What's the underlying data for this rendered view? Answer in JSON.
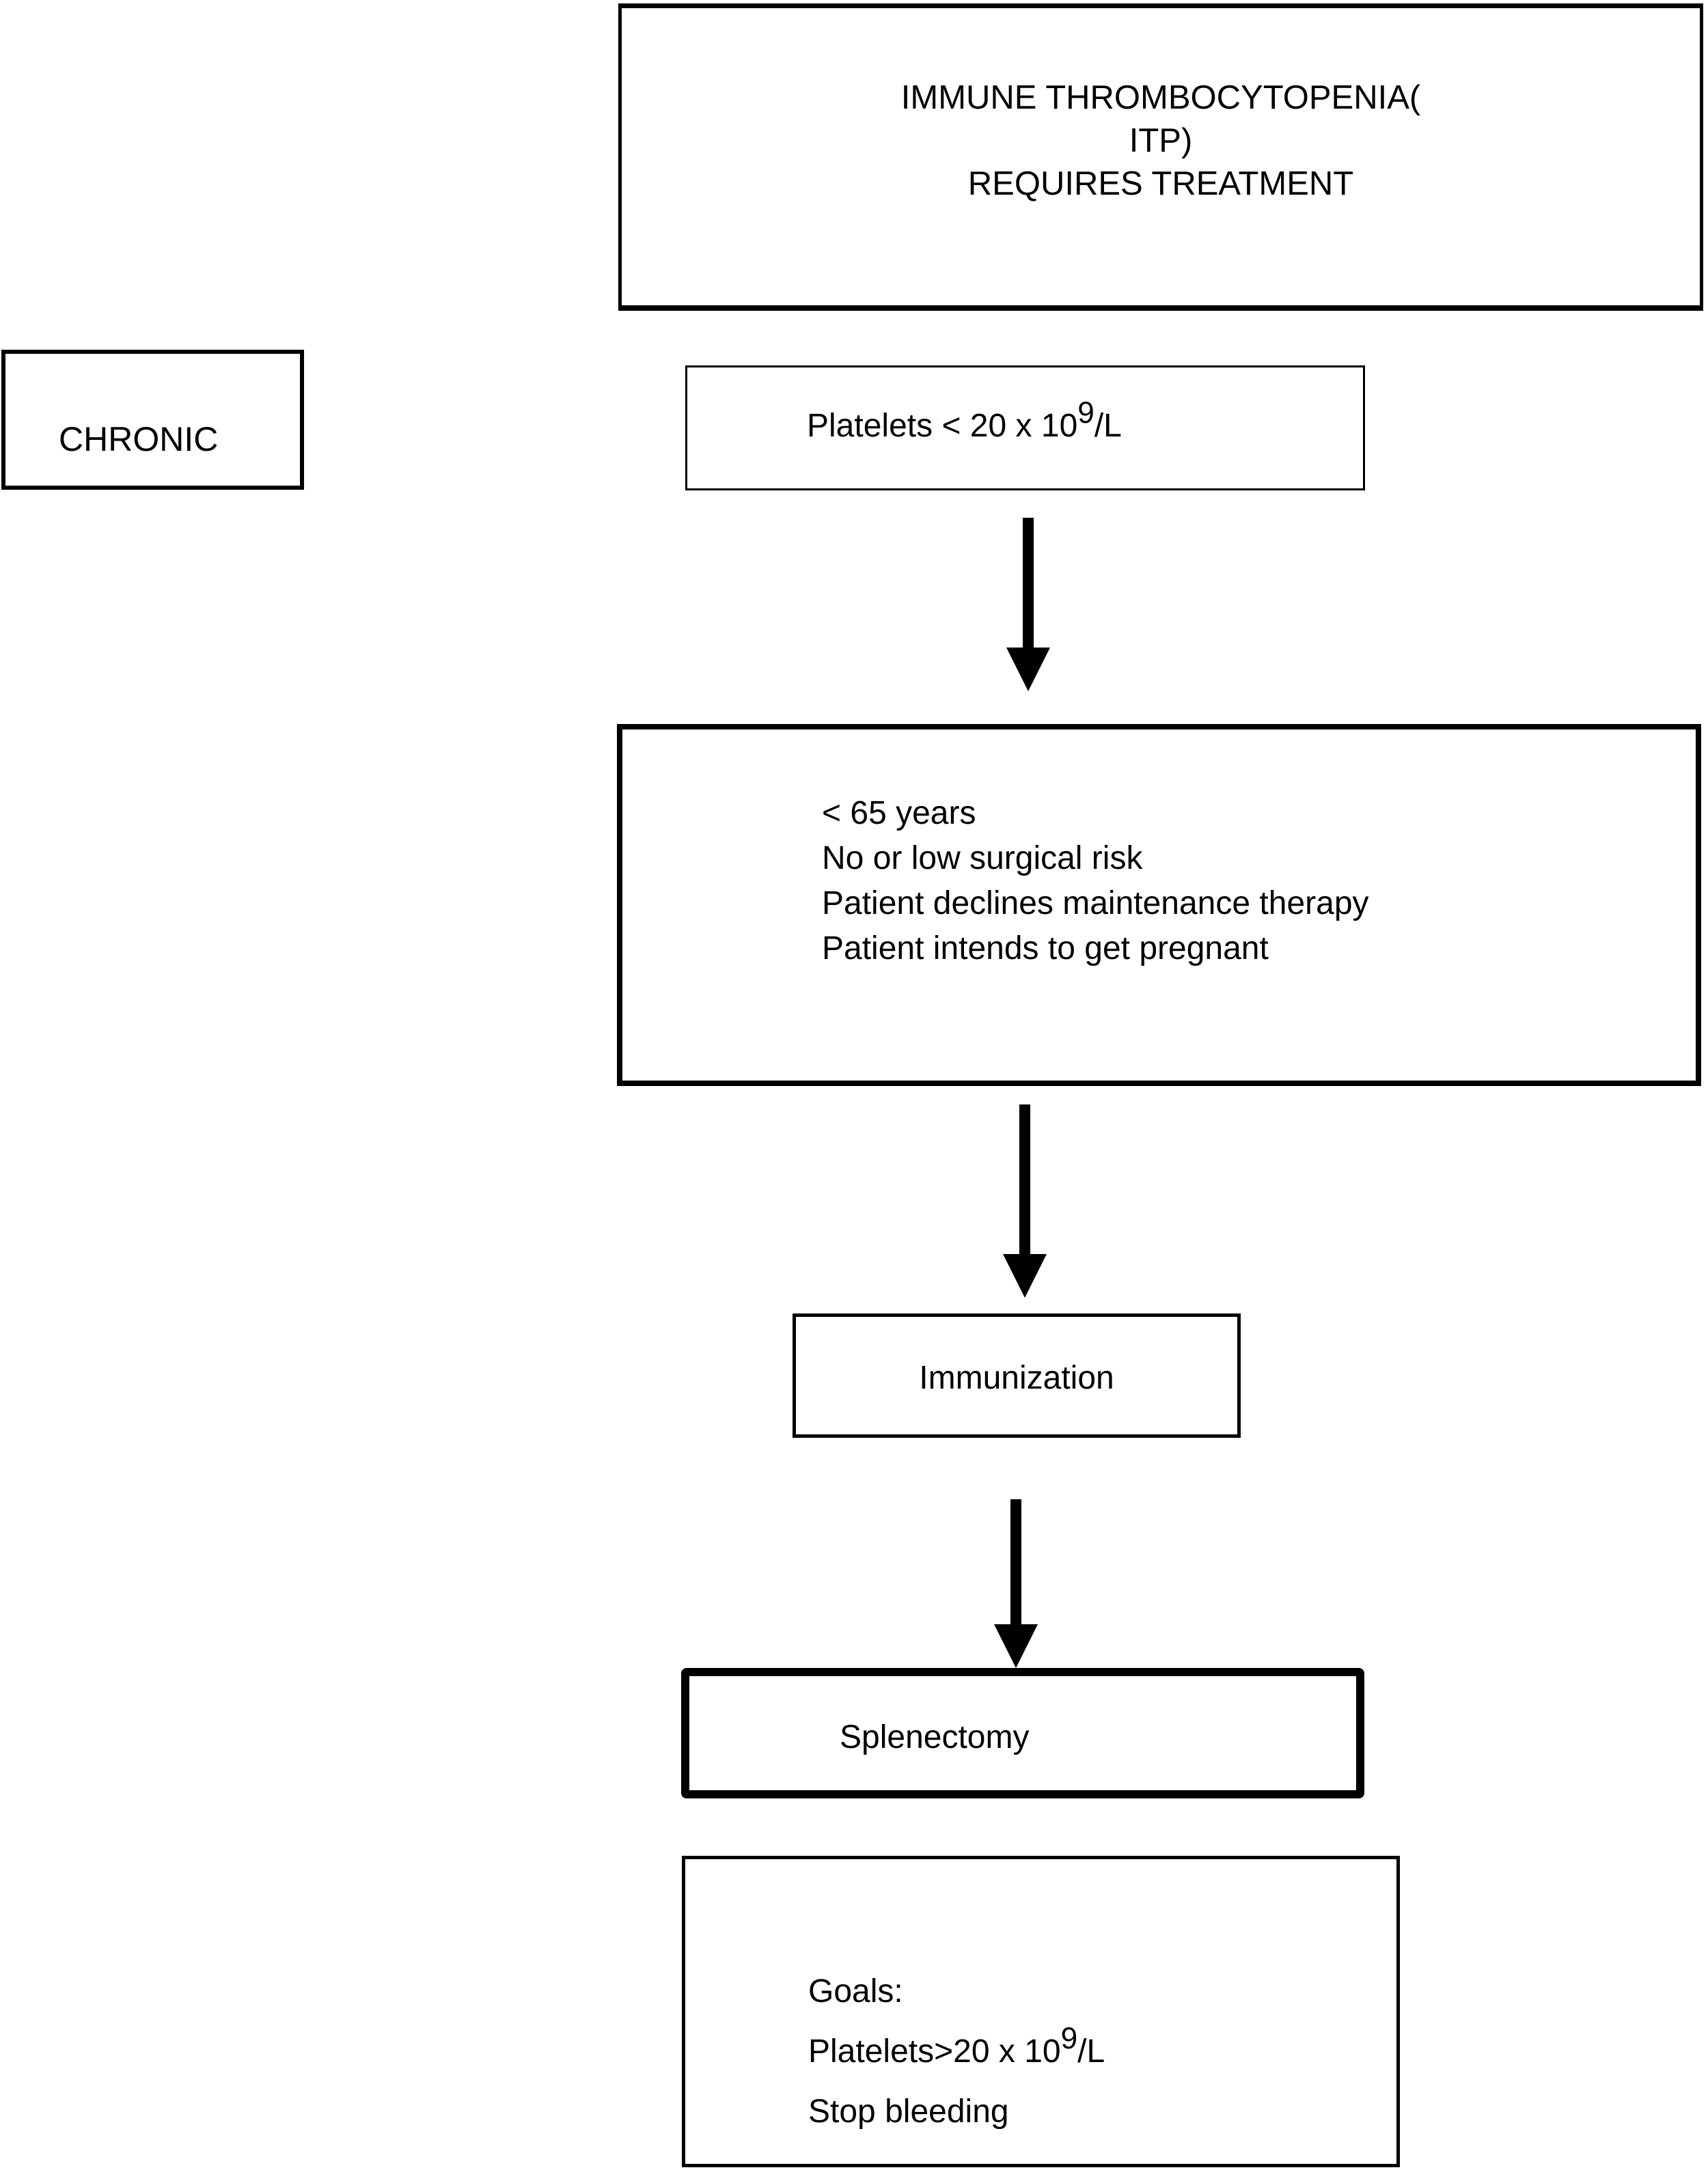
{
  "diagram": {
    "colors": {
      "border": "#000000",
      "background": "#ffffff",
      "text": "#000000"
    },
    "title_box": {
      "lines": [
        "IMMUNE THROMBOCYTOPENIA(",
        "ITP)",
        "REQUIRES TREATMENT"
      ]
    },
    "chronic_box": {
      "label": "CHRONIC"
    },
    "platelets_box": {
      "text_prefix": "Platelets < 20 x 10",
      "text_sup": "9",
      "text_suffix": "/L"
    },
    "criteria_box": {
      "lines": [
        "< 65 years",
        "No or low surgical risk",
        "Patient declines maintenance therapy",
        "Patient intends to get pregnant"
      ]
    },
    "immunization_box": {
      "label": "Immunization"
    },
    "splenectomy_box": {
      "label": "Splenectomy"
    },
    "goals_box": {
      "line1": "Goals:",
      "line2_prefix": "Platelets>20 x 10",
      "line2_sup": "9",
      "line2_suffix": "/L",
      "line3": "Stop bleeding"
    }
  }
}
